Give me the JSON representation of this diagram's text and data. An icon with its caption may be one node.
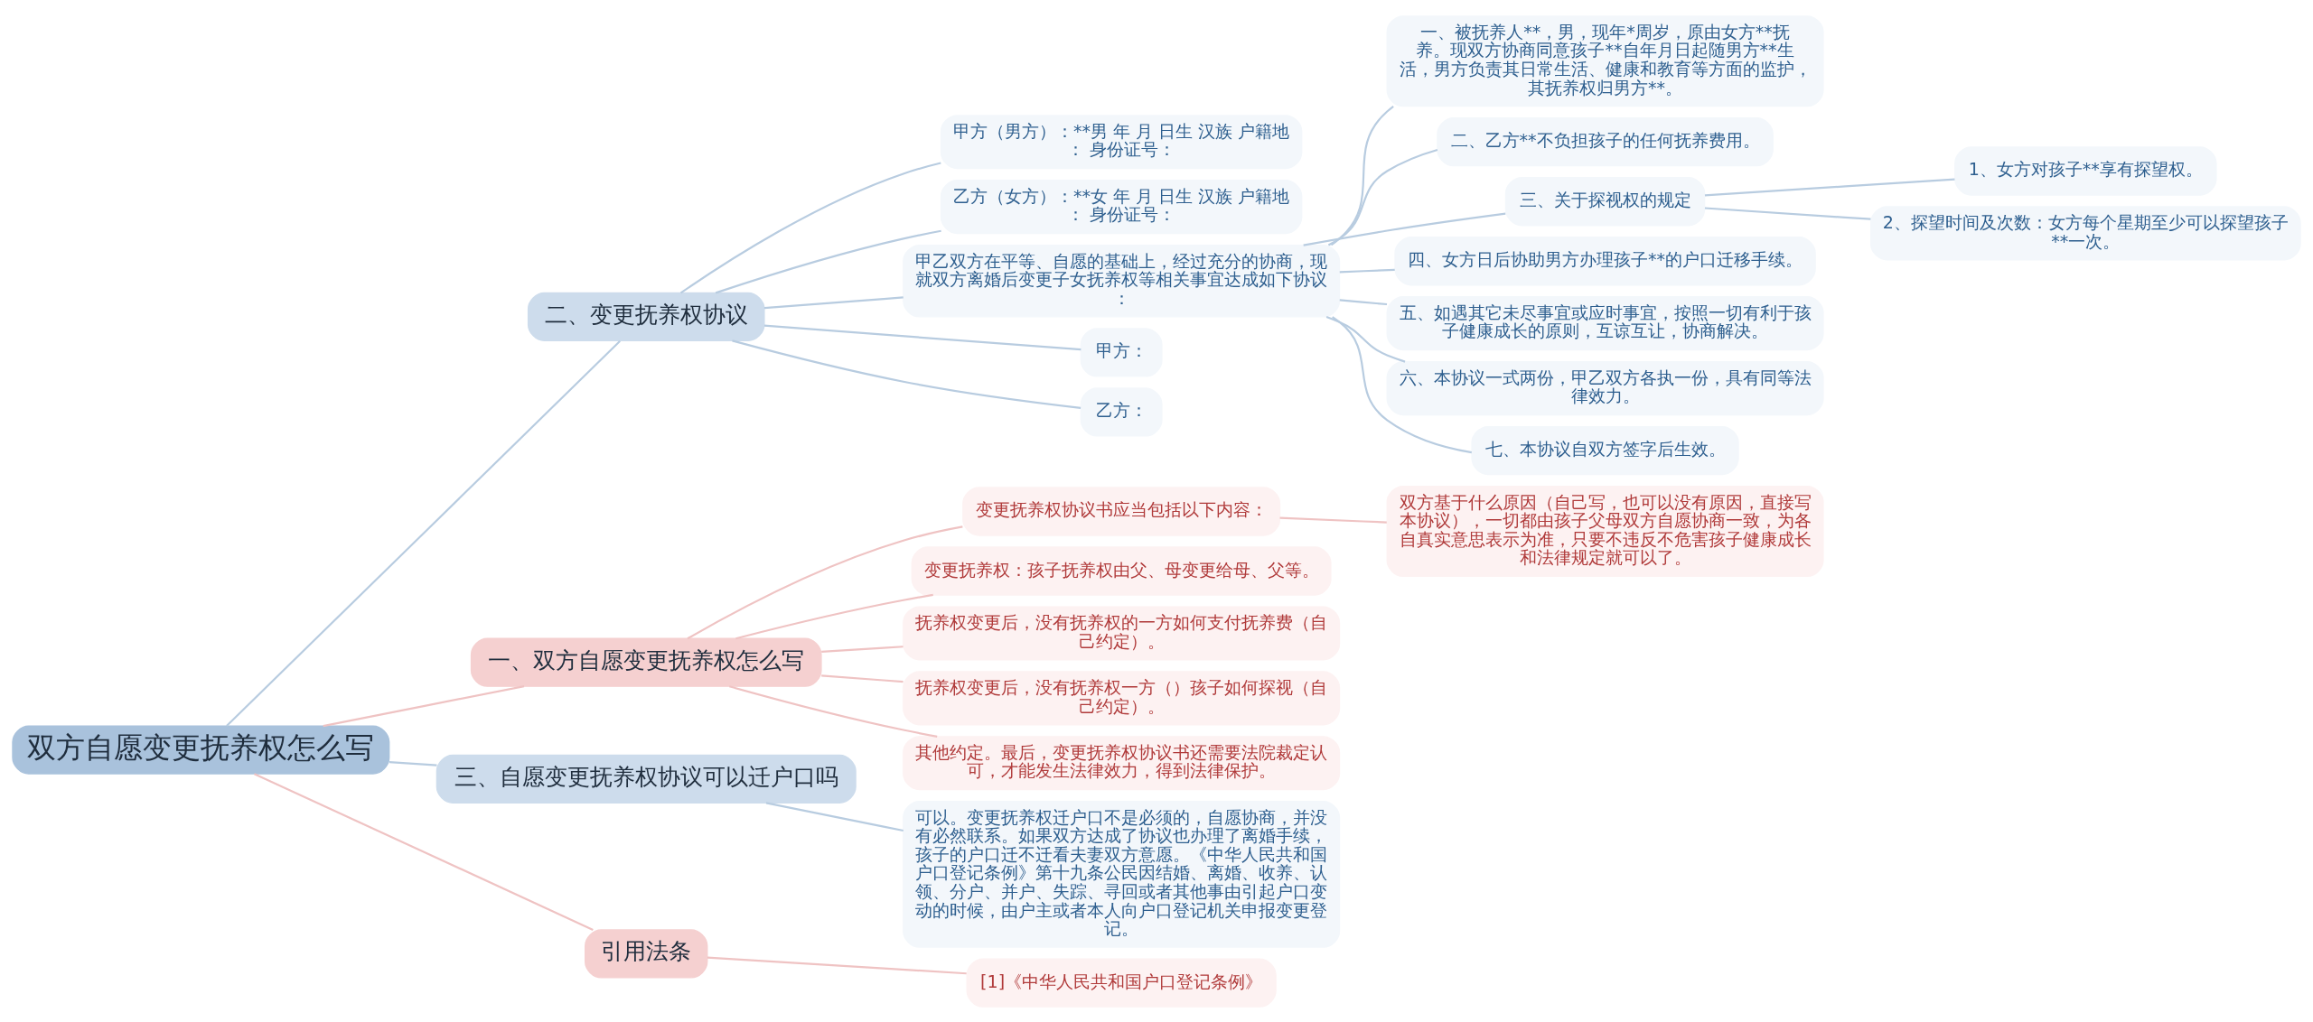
{
  "diagram": {
    "nodes": [
      {
        "text": [
          "双方自愿变更抚养权怎么写"
        ]
      },
      {
        "text": [
          "二、变更抚养权协议"
        ]
      },
      {
        "text": [
          "甲方（男方）：**男 年 月 日生 汉族 户籍地： 身份证号："
        ]
      },
      {
        "text": [
          "乙方（女方）：**女 年 月 日生 汉族 户籍地： 身份证号："
        ]
      },
      {
        "text": [
          "甲乙双方在平等、自愿的基础上，经过充分的协商，现就双方离婚后变更子女抚养权等相关事宜达成如下协议："
        ]
      },
      {
        "text": [
          "一、被抚养人**，男，现年*周岁，原由女方**抚养。现双方协商同意孩子**自年月日起随男方**生活，男方负责其日常生活、健康和教育等方面的监护，其抚养权归男方**。"
        ]
      },
      {
        "text": [
          "二、乙方**不负担孩子的任何抚养费用。"
        ]
      },
      {
        "text": [
          "三、关于探视权的规定"
        ]
      },
      {
        "text": [
          "1、女方对孩子**享有探望权。"
        ]
      },
      {
        "text": [
          "2、探望时间及次数：女方每个星期至少可以探望孩子**一次。"
        ]
      },
      {
        "text": [
          "四、女方日后协助男方办理孩子**的户口迁移手续。"
        ]
      },
      {
        "text": [
          "五、如遇其它未尽事宜或应时事宜，按照一切有利于孩子健康成长的原则，互谅互让，协商解决。"
        ]
      },
      {
        "text": [
          "六、本协议一式两份，甲乙双方各执一份，具有同等法律效力。"
        ]
      },
      {
        "text": [
          "七、本协议自双方签字后生效。"
        ]
      },
      {
        "text": [
          "甲方："
        ]
      },
      {
        "text": [
          "乙方："
        ]
      },
      {
        "text": [
          "一、双方自愿变更抚养权怎么写"
        ]
      },
      {
        "text": [
          "变更抚养权协议书应当包括以下内容："
        ]
      },
      {
        "text": [
          "双方基于什么原因（自己写，也可以没有原因，直接写本协议），一切都由孩子父母双方自愿协商一致，为各自真实意思表示为准，只要不违反不危害孩子健康成长和法律规定就可以了。"
        ]
      },
      {
        "text": [
          "变更抚养权：孩子抚养权由父、母变更给母、父等。"
        ]
      },
      {
        "text": [
          "抚养权变更后，没有抚养权的一方如何支付抚养费（自己约定）。"
        ]
      },
      {
        "text": [
          "抚养权变更后，没有抚养权一方（）孩子如何探视（自己约定）。"
        ]
      },
      {
        "text": [
          "其他约定。最后，变更抚养权协议书还需要法院裁定认可，才能发生法律效力，得到法律保护。"
        ]
      },
      {
        "text": [
          "三、自愿变更抚养权协议可以迁户口吗"
        ]
      },
      {
        "text": [
          "可以。变更抚养权迁户口不是必须的，自愿协商，并没有必然联系。如果双方达成了协议也办理了离婚手续，孩子的户口迁不迁看夫妻双方意愿。《中华人民共和国户口登记条例》第十九条公民因结婚、离婚、收养、认领、分户、并户、失踪、寻回或者其他事由引起户口变动的时候，由户主或者本人向户口登记机关申报变更登记。"
        ]
      },
      {
        "text": [
          "引用法条"
        ]
      },
      {
        "text": [
          "[1]《中华人民共和国户口登记条例》"
        ]
      }
    ],
    "edges": [
      {
        "from": 0,
        "to": 1,
        "arrow": "none"
      },
      {
        "from": 1,
        "to": 2,
        "arrow": "none"
      },
      {
        "from": 1,
        "to": 3,
        "arrow": "none"
      },
      {
        "from": 1,
        "to": 4,
        "arrow": "none"
      },
      {
        "from": 4,
        "to": 5,
        "arrow": "none"
      },
      {
        "from": 4,
        "to": 6,
        "arrow": "none"
      },
      {
        "from": 4,
        "to": 7,
        "arrow": "none"
      },
      {
        "from": 7,
        "to": 8,
        "arrow": "none"
      },
      {
        "from": 7,
        "to": 9,
        "arrow": "none"
      },
      {
        "from": 4,
        "to": 10,
        "arrow": "none"
      },
      {
        "from": 4,
        "to": 11,
        "arrow": "none"
      },
      {
        "from": 4,
        "to": 12,
        "arrow": "none"
      },
      {
        "from": 4,
        "to": 13,
        "arrow": "none"
      },
      {
        "from": 1,
        "to": 14,
        "arrow": "none"
      },
      {
        "from": 1,
        "to": 15,
        "arrow": "none"
      },
      {
        "from": 0,
        "to": 16,
        "arrow": "none",
        "color": "#efc3c3"
      },
      {
        "from": 16,
        "to": 17,
        "arrow": "none",
        "color": "#efc3c3"
      },
      {
        "from": 17,
        "to": 18,
        "arrow": "none",
        "color": "#efc3c3"
      },
      {
        "from": 16,
        "to": 19,
        "arrow": "none",
        "color": "#efc3c3"
      },
      {
        "from": 16,
        "to": 20,
        "arrow": "none",
        "color": "#efc3c3"
      },
      {
        "from": 16,
        "to": 21,
        "arrow": "none",
        "color": "#efc3c3"
      },
      {
        "from": 16,
        "to": 22,
        "arrow": "none",
        "color": "#efc3c3"
      },
      {
        "from": 0,
        "to": 23,
        "arrow": "none"
      },
      {
        "from": 23,
        "to": 24,
        "arrow": "none"
      },
      {
        "from": 0,
        "to": 25,
        "arrow": "none",
        "color": "#efc3c3"
      },
      {
        "from": 25,
        "to": 26,
        "arrow": "none",
        "color": "#efc3c3"
      }
    ]
  }
}
